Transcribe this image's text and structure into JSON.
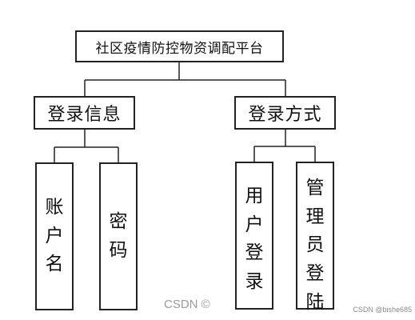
{
  "diagram": {
    "root": "社区疫情防控物资调配平台",
    "branches": [
      {
        "label": "登录信息",
        "children": [
          "账户名",
          "密码"
        ]
      },
      {
        "label": "登录方式",
        "children": [
          "用户登录",
          "管理员登陆"
        ]
      }
    ],
    "line_color": "#222222"
  },
  "watermarks": {
    "center": "CSDN ©",
    "corner": "CSDN @bishe685"
  }
}
